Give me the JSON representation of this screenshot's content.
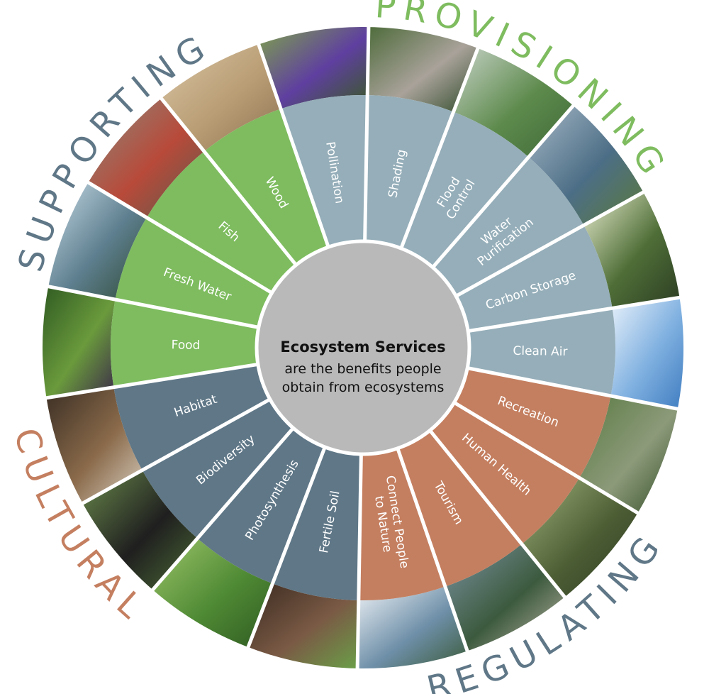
{
  "center": {
    "title": "Ecosystem Services",
    "line1": "are the benefits people",
    "line2": "obtain from ecosystems"
  },
  "colors": {
    "provisioning": "#7ebc5f",
    "regulating": "#95aeb9",
    "cultural": "#c47f60",
    "supporting": "#5f7787",
    "center": "#b9b9b9",
    "provisioning_title": "#7ebc5f",
    "regulating_title": "#5f7787",
    "cultural_title": "#c47f60",
    "supporting_title": "#5f7787"
  },
  "categories": [
    {
      "key": "provisioning",
      "name": "PROVISIONING"
    },
    {
      "key": "regulating",
      "name": "REGULATING"
    },
    {
      "key": "cultural",
      "name": "CULTURAL"
    },
    {
      "key": "supporting",
      "name": "SUPPORTING"
    }
  ],
  "segments": [
    {
      "category": "provisioning",
      "label": [
        "Food"
      ],
      "photo": "berries-photo"
    },
    {
      "category": "provisioning",
      "label": [
        "Fresh Water"
      ],
      "photo": "mountain-lake-photo"
    },
    {
      "category": "provisioning",
      "label": [
        "Fish"
      ],
      "photo": "salmon-photo"
    },
    {
      "category": "provisioning",
      "label": [
        "Wood"
      ],
      "photo": "lumber-photo"
    },
    {
      "category": "regulating",
      "label": [
        "Pollination"
      ],
      "photo": "bee-flower-photo"
    },
    {
      "category": "regulating",
      "label": [
        "Shading"
      ],
      "photo": "bench-shade-photo"
    },
    {
      "category": "regulating",
      "label": [
        "Flood",
        "Control"
      ],
      "photo": "wetland-valley-photo"
    },
    {
      "category": "regulating",
      "label": [
        "Water",
        "Purification"
      ],
      "photo": "marsh-photo"
    },
    {
      "category": "regulating",
      "label": [
        "Carbon Storage"
      ],
      "photo": "forest-sunbeam-photo"
    },
    {
      "category": "regulating",
      "label": [
        "Clean Air"
      ],
      "photo": "blue-sky-photo"
    },
    {
      "category": "cultural",
      "label": [
        "Recreation"
      ],
      "photo": "forest-walk-photo"
    },
    {
      "category": "cultural",
      "label": [
        "Human Health"
      ],
      "photo": "hiker-stretch-photo"
    },
    {
      "category": "cultural",
      "label": [
        "Tourism"
      ],
      "photo": "hikers-river-photo"
    },
    {
      "category": "cultural",
      "label": [
        "Connect People",
        "to Nature"
      ],
      "photo": "mountain-peaks-photo"
    },
    {
      "category": "supporting",
      "label": [
        "Fertile Soil"
      ],
      "photo": "seedling-hands-photo"
    },
    {
      "category": "supporting",
      "label": [
        "Photosynthesis"
      ],
      "photo": "green-leaf-photo"
    },
    {
      "category": "supporting",
      "label": [
        "Biodiversity"
      ],
      "photo": "black-bear-photo"
    },
    {
      "category": "supporting",
      "label": [
        "Habitat"
      ],
      "photo": "owl-photo"
    }
  ]
}
